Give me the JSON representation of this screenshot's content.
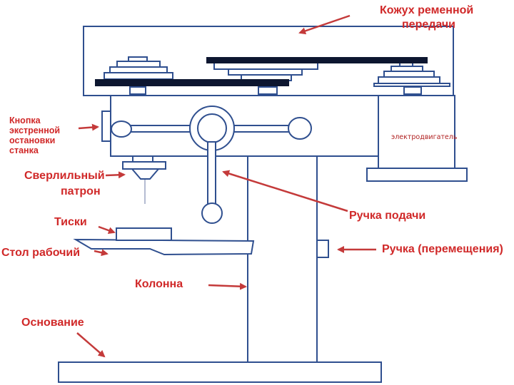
{
  "labels": {
    "belt_cover_line1": "Кожух ременной",
    "belt_cover_line2": "передачи",
    "emergency_stop_1": "Кнопка",
    "emergency_stop_2": "экстренной",
    "emergency_stop_3": "остановки",
    "emergency_stop_4": "станка",
    "chuck_line1": "Сверлильный",
    "chuck_line2": "патрон",
    "feed_handle": "Ручка подачи",
    "vise": "Тиски",
    "work_table": "Стол рабочий",
    "move_handle": "Ручка (перемещения)",
    "column": "Колонна",
    "base": "Основание",
    "motor": "электродвигатель"
  },
  "colors": {
    "outline": "#2f4f8f",
    "label": "#d02828",
    "arrow": "#c43a3a",
    "belt": "#0d1630"
  }
}
